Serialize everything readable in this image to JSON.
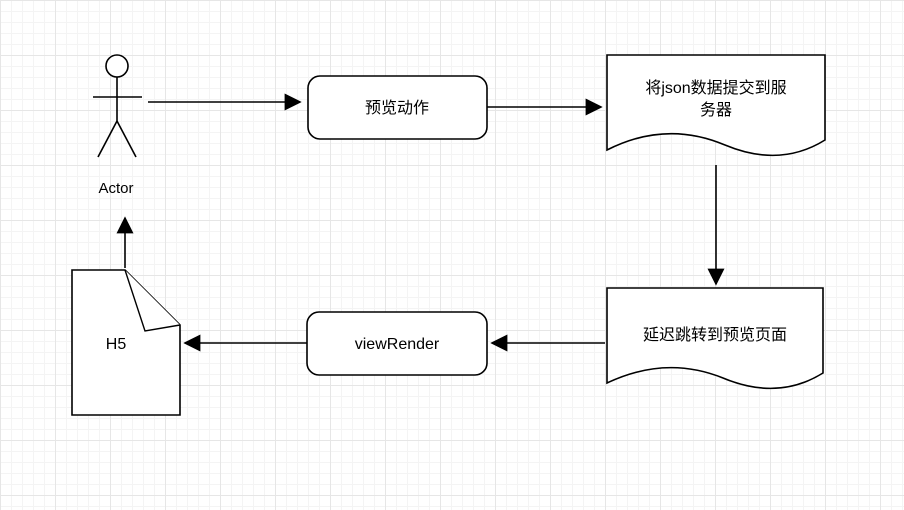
{
  "canvas": {
    "background": "#ffffff",
    "grid_minor_color": "#f4f4f4",
    "grid_major_color": "#e6e6e6",
    "stroke_color": "#000000",
    "shape_fill": "#ffffff"
  },
  "diagram": {
    "nodes": {
      "actor": {
        "label": "Actor",
        "type": "actor"
      },
      "preview": {
        "label": "预览动作",
        "type": "rounded-rect"
      },
      "submit": {
        "label": "将json数据提交到服务器",
        "lines": [
          "将json数据提交到服",
          "务器"
        ],
        "type": "document"
      },
      "delay": {
        "label": "延迟跳转到预览页面",
        "type": "document"
      },
      "viewrender": {
        "label": "viewRender",
        "type": "rounded-rect"
      },
      "h5": {
        "label": "H5",
        "type": "note"
      }
    },
    "edges": [
      {
        "name": "actor-to-preview",
        "from": "actor",
        "to": "preview"
      },
      {
        "name": "preview-to-submit",
        "from": "preview",
        "to": "submit"
      },
      {
        "name": "submit-to-delay",
        "from": "submit",
        "to": "delay"
      },
      {
        "name": "delay-to-viewrender",
        "from": "delay",
        "to": "viewrender"
      },
      {
        "name": "viewrender-to-h5",
        "from": "viewrender",
        "to": "h5"
      },
      {
        "name": "h5-to-actor",
        "from": "h5",
        "to": "actor"
      }
    ]
  }
}
